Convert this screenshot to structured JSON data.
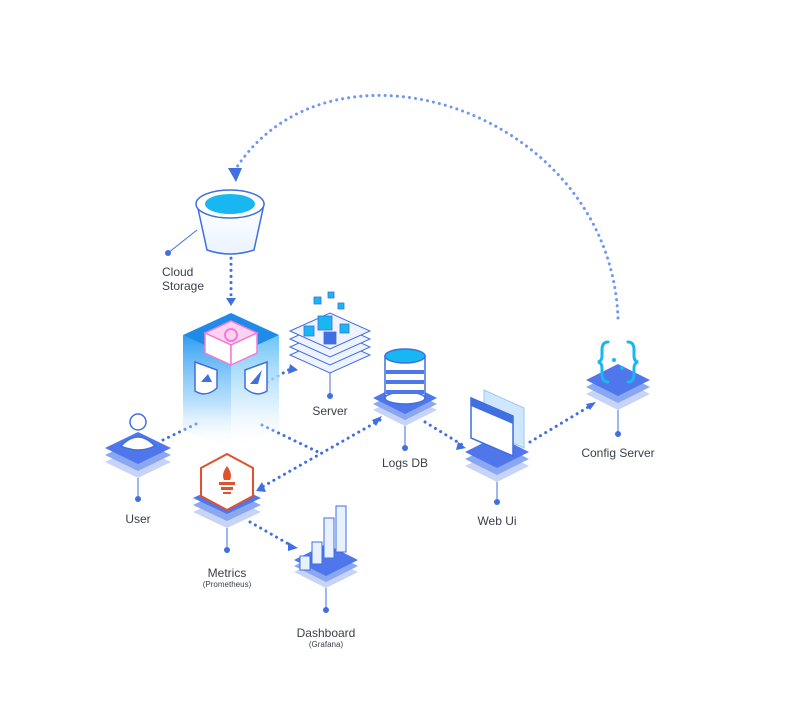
{
  "nodes": {
    "cloud_storage": {
      "label_line1": "Cloud",
      "label_line2": "Storage"
    },
    "server": {
      "label": "Server"
    },
    "logs_db": {
      "label": "Logs DB"
    },
    "user": {
      "label": "User"
    },
    "web_ui": {
      "label": "Web Ui"
    },
    "config_server": {
      "label": "Config Server"
    },
    "metrics": {
      "label": "Metrics",
      "sublabel": "(Prometheus)"
    },
    "dashboard": {
      "label": "Dashboard",
      "sublabel": "(Grafana)"
    }
  },
  "colors": {
    "platform_top": "#4f76ea",
    "platform_side": "#6d8ef0",
    "platform_light": "#c7d4f8",
    "connector": "#3f6fe0",
    "accent_cyan": "#19b7f2",
    "metrics_orange": "#e0512d",
    "pink": "#f47ad6"
  }
}
